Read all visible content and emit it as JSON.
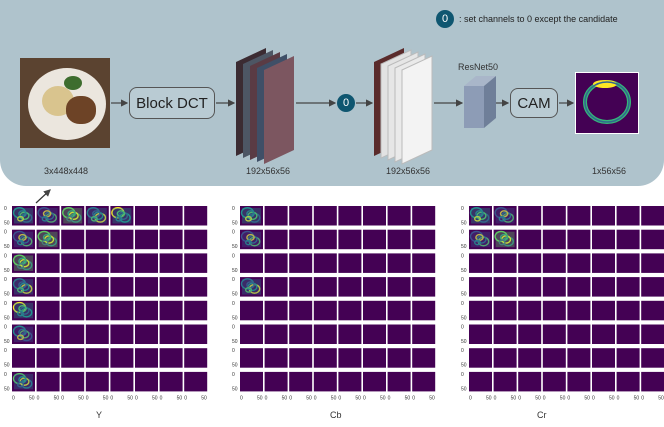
{
  "legend": {
    "marker": "0",
    "text": ": set channels to 0 except the candidate"
  },
  "blocks": {
    "dct": "Block DCT",
    "resnet": "ResNet50",
    "cam": "CAM",
    "zero": "0"
  },
  "captions": {
    "input": "3x448x448",
    "dct_out": "192x56x56",
    "masked": "192x56x56",
    "cam_out": "1x56x56"
  },
  "grids": [
    {
      "label": "Y",
      "active": [
        [
          0,
          0
        ],
        [
          0,
          1
        ],
        [
          0,
          2
        ],
        [
          0,
          3
        ],
        [
          0,
          4
        ],
        [
          1,
          0
        ],
        [
          1,
          1
        ],
        [
          2,
          0
        ],
        [
          3,
          0
        ],
        [
          4,
          0
        ],
        [
          5,
          0
        ],
        [
          7,
          0
        ]
      ]
    },
    {
      "label": "Cb",
      "active": [
        [
          0,
          0
        ],
        [
          1,
          0
        ],
        [
          3,
          0
        ]
      ]
    },
    {
      "label": "Cr",
      "active": [
        [
          0,
          0
        ],
        [
          0,
          1
        ],
        [
          1,
          0
        ],
        [
          1,
          1
        ]
      ]
    }
  ],
  "tick_labels": {
    "x": [
      "0",
      "50"
    ],
    "y": [
      "0",
      "50"
    ]
  },
  "colors": {
    "panel": "#afc3cc",
    "dark_blue": "#0f5670",
    "cell": "#440154",
    "box": "#b9cbd3"
  }
}
